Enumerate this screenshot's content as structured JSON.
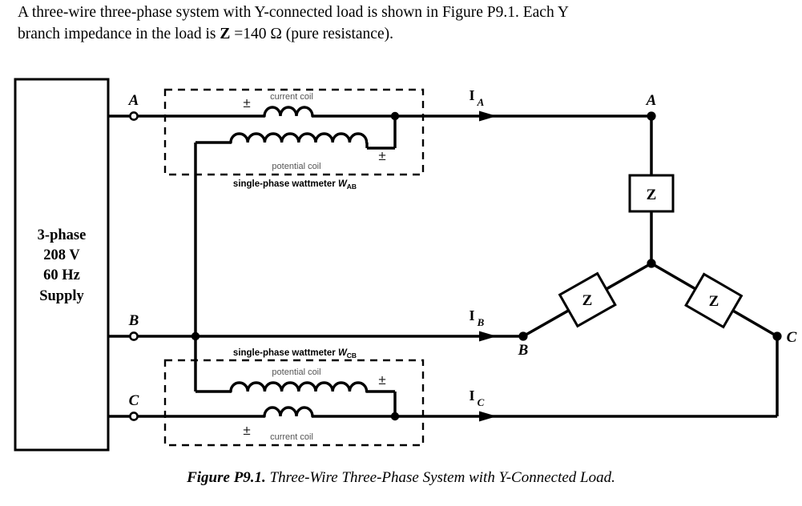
{
  "problem": {
    "line1_a": "A three-wire three-phase system with Y-connected load is shown in Figure P9.1.   Each Y",
    "line2_a": "branch impedance in the load is ",
    "impedance_symbol": "Z",
    "line2_b": " =140 Ω (pure resistance)."
  },
  "supply": {
    "line1": "3-phase",
    "line2": "208 V",
    "line3": "60 Hz",
    "line4": "Supply"
  },
  "terminals": {
    "a": "A",
    "b": "B",
    "c": "C"
  },
  "load_nodes": {
    "a": "A",
    "b": "B",
    "c": "C"
  },
  "impedance_label": "Z",
  "currents": {
    "a_symbol": "I",
    "a_sub": "A",
    "b_symbol": "I",
    "b_sub": "B",
    "c_symbol": "I",
    "c_sub": "C"
  },
  "wattmeter_ab": {
    "current_coil": "current coil",
    "potential_coil": "potential coil",
    "polarity_current": "±",
    "polarity_potential": "±",
    "caption_prefix": "single-phase wattmeter ",
    "caption_w": "W",
    "caption_sub": "AB"
  },
  "wattmeter_cb": {
    "current_coil": "current coil",
    "potential_coil": "potential coil",
    "polarity_current": "±",
    "polarity_potential": "±",
    "caption_prefix": "single-phase wattmeter ",
    "caption_w": "W",
    "caption_sub": "CB"
  },
  "caption": {
    "number": "Figure P9.1.",
    "title": "Three-Wire Three-Phase System with Y-Connected Load."
  },
  "colors": {
    "wire": "#000000",
    "background": "#ffffff",
    "small_text": "#555555",
    "polarity": "#1a1a1a"
  }
}
